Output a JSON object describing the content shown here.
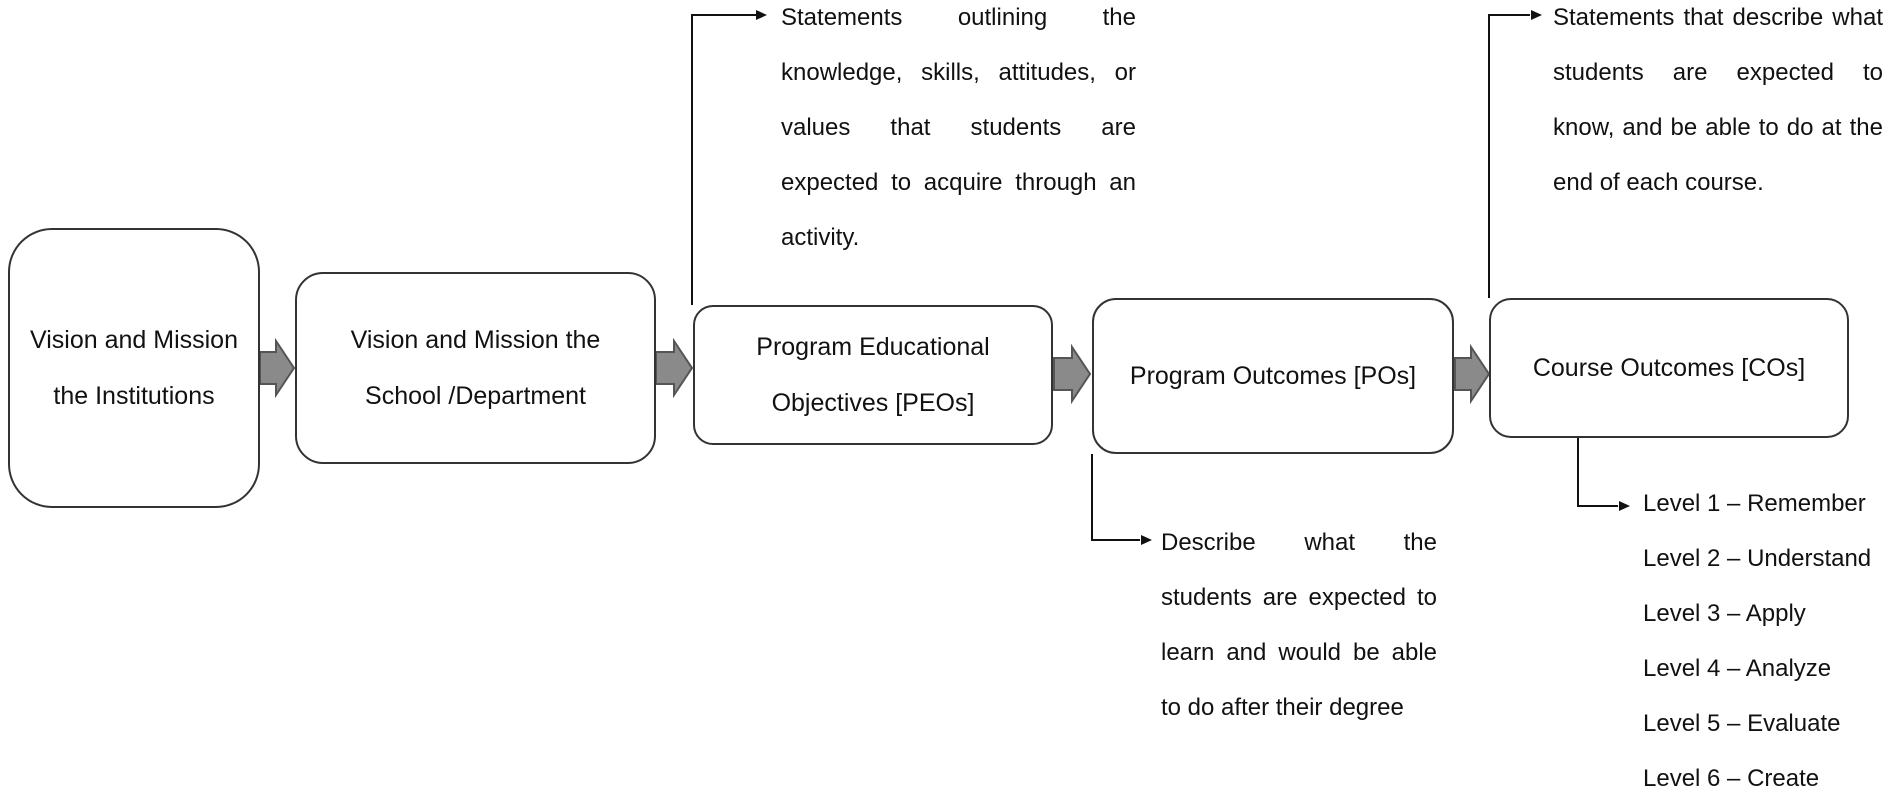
{
  "boxes": {
    "institution": "Vision and Mission the Institutions",
    "school": "Vision and Mission the School /Department",
    "peo": "Program Educational Objectives [PEOs]",
    "po": "Program Outcomes [POs]",
    "co": "Course Outcomes [COs]"
  },
  "notes": {
    "peo": "Statements outlining the knowledge, skills, attitudes, or values that students are expected to acquire through an activity.",
    "co": "Statements that describe what students are expected to know, and be able to do at the end of each course.",
    "po": "Describe what the students are expected to learn and would be able to do after their degree"
  },
  "levels": [
    "Level 1 – Remember",
    "Level 2 – Understand",
    "Level 3 – Apply",
    "Level 4 – Analyze",
    "Level 5 – Evaluate",
    "Level 6 – Create"
  ],
  "colors": {
    "border": "#333333",
    "connector": "#111111",
    "flow_arrow_fill": "#8a8a8a",
    "flow_arrow_stroke": "#555555"
  }
}
